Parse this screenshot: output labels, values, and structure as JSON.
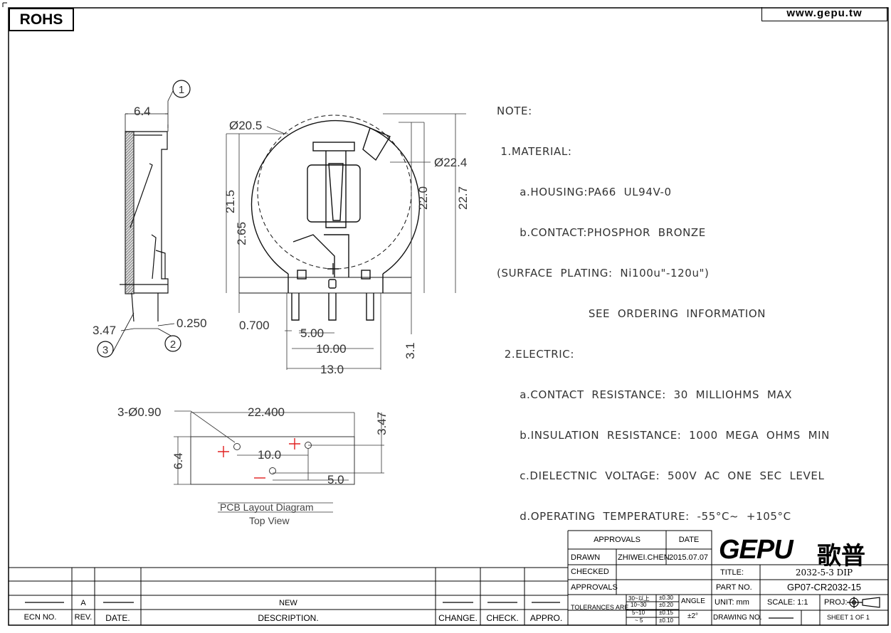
{
  "header": {
    "rohs": "ROHS",
    "website": "www.gepu.tw"
  },
  "notes": [
    "NOTE:",
    " 1.MATERIAL:",
    "      a.HOUSING:PA66  UL94V-0",
    "      b.CONTACT:PHOSPHOR  BRONZE",
    "(SURFACE  PLATING:  Ni100u\"-120u\")",
    "                        SEE  ORDERING  INFORMATION",
    "  2.ELECTRIC:",
    "      a.CONTACT  RESISTANCE:  30  MILLIOHMS  MAX",
    "      b.INSULATION  RESISTANCE:  1000  MEGA  OHMS  MIN",
    "      c.DIELECTNIC  VOLTAGE:  500V  AC  ONE  SEC  LEVEL",
    "      d.OPERATING  TEMPERATURE:  -55°C~  +105°C"
  ],
  "side_view": {
    "dim_width": "6.4",
    "dim_lead": "3.47",
    "dim_thk": "0.250",
    "balloon1": "1",
    "balloon2": "2",
    "balloon3": "3"
  },
  "front_view": {
    "dia_inner": "Ø20.5",
    "dia_outer": "Ø22.4",
    "h1": "21.5",
    "h2": "22.0",
    "h3": "22.7",
    "h4": "2.65",
    "pin_w": "0.700",
    "p1": "5.00",
    "p2": "10.00",
    "p3": "13.0",
    "lead": "3.1"
  },
  "pcb": {
    "holes": "3-Ø0.90",
    "w": "22.400",
    "h": "6.4",
    "off": "3.47",
    "d1": "10.0",
    "d2": "5.0",
    "caption": "PCB  Layout  Diagram",
    "subcaption": "Top  View"
  },
  "title_block": {
    "approvals_hdr": "APPROVALS",
    "date_hdr": "DATE",
    "drawn_lbl": "DRAWN",
    "drawn_by": "ZHIWEI.CHEN",
    "drawn_date": "2015.07.07",
    "checked_lbl": "CHECKED",
    "approvals_lbl": "APPROVALS",
    "tol_lbl": "TOLERANCES  ARE",
    "tol_r1": "30~以上",
    "tol_r2": "10~30",
    "tol_r3": "5~10",
    "tol_r4": "~ 5",
    "tol_v1": "±0.30",
    "tol_v2": "±0.20",
    "tol_v3": "±0.15",
    "tol_v4": "±0.10",
    "angle_lbl": "ANGLE",
    "angle_val": "±2°",
    "logo": "GEPU",
    "logo_cn": "歌普",
    "title_lbl": "TITLE:",
    "title_val": "2032-5-3  DIP",
    "part_lbl": "PART  NO.",
    "part_val": "GP07-CR2032-15",
    "unit_lbl": "UNIT:  mm",
    "scale_lbl": "SCALE:   1:1",
    "proj_lbl": "PROJ:",
    "drawing_lbl": "DRAWING  NO.",
    "sheet_lbl": "SHEET   1  OF  1"
  },
  "revision_block": {
    "rev": "A",
    "desc": "NEW",
    "ecn_lbl": "ECN  NO.",
    "rev_lbl": "REV.",
    "date_lbl": "DATE.",
    "desc_lbl": "DESCRIPTION.",
    "change_lbl": "CHANGE.",
    "check_lbl": "CHECK.",
    "appro_lbl": "APPRO."
  }
}
